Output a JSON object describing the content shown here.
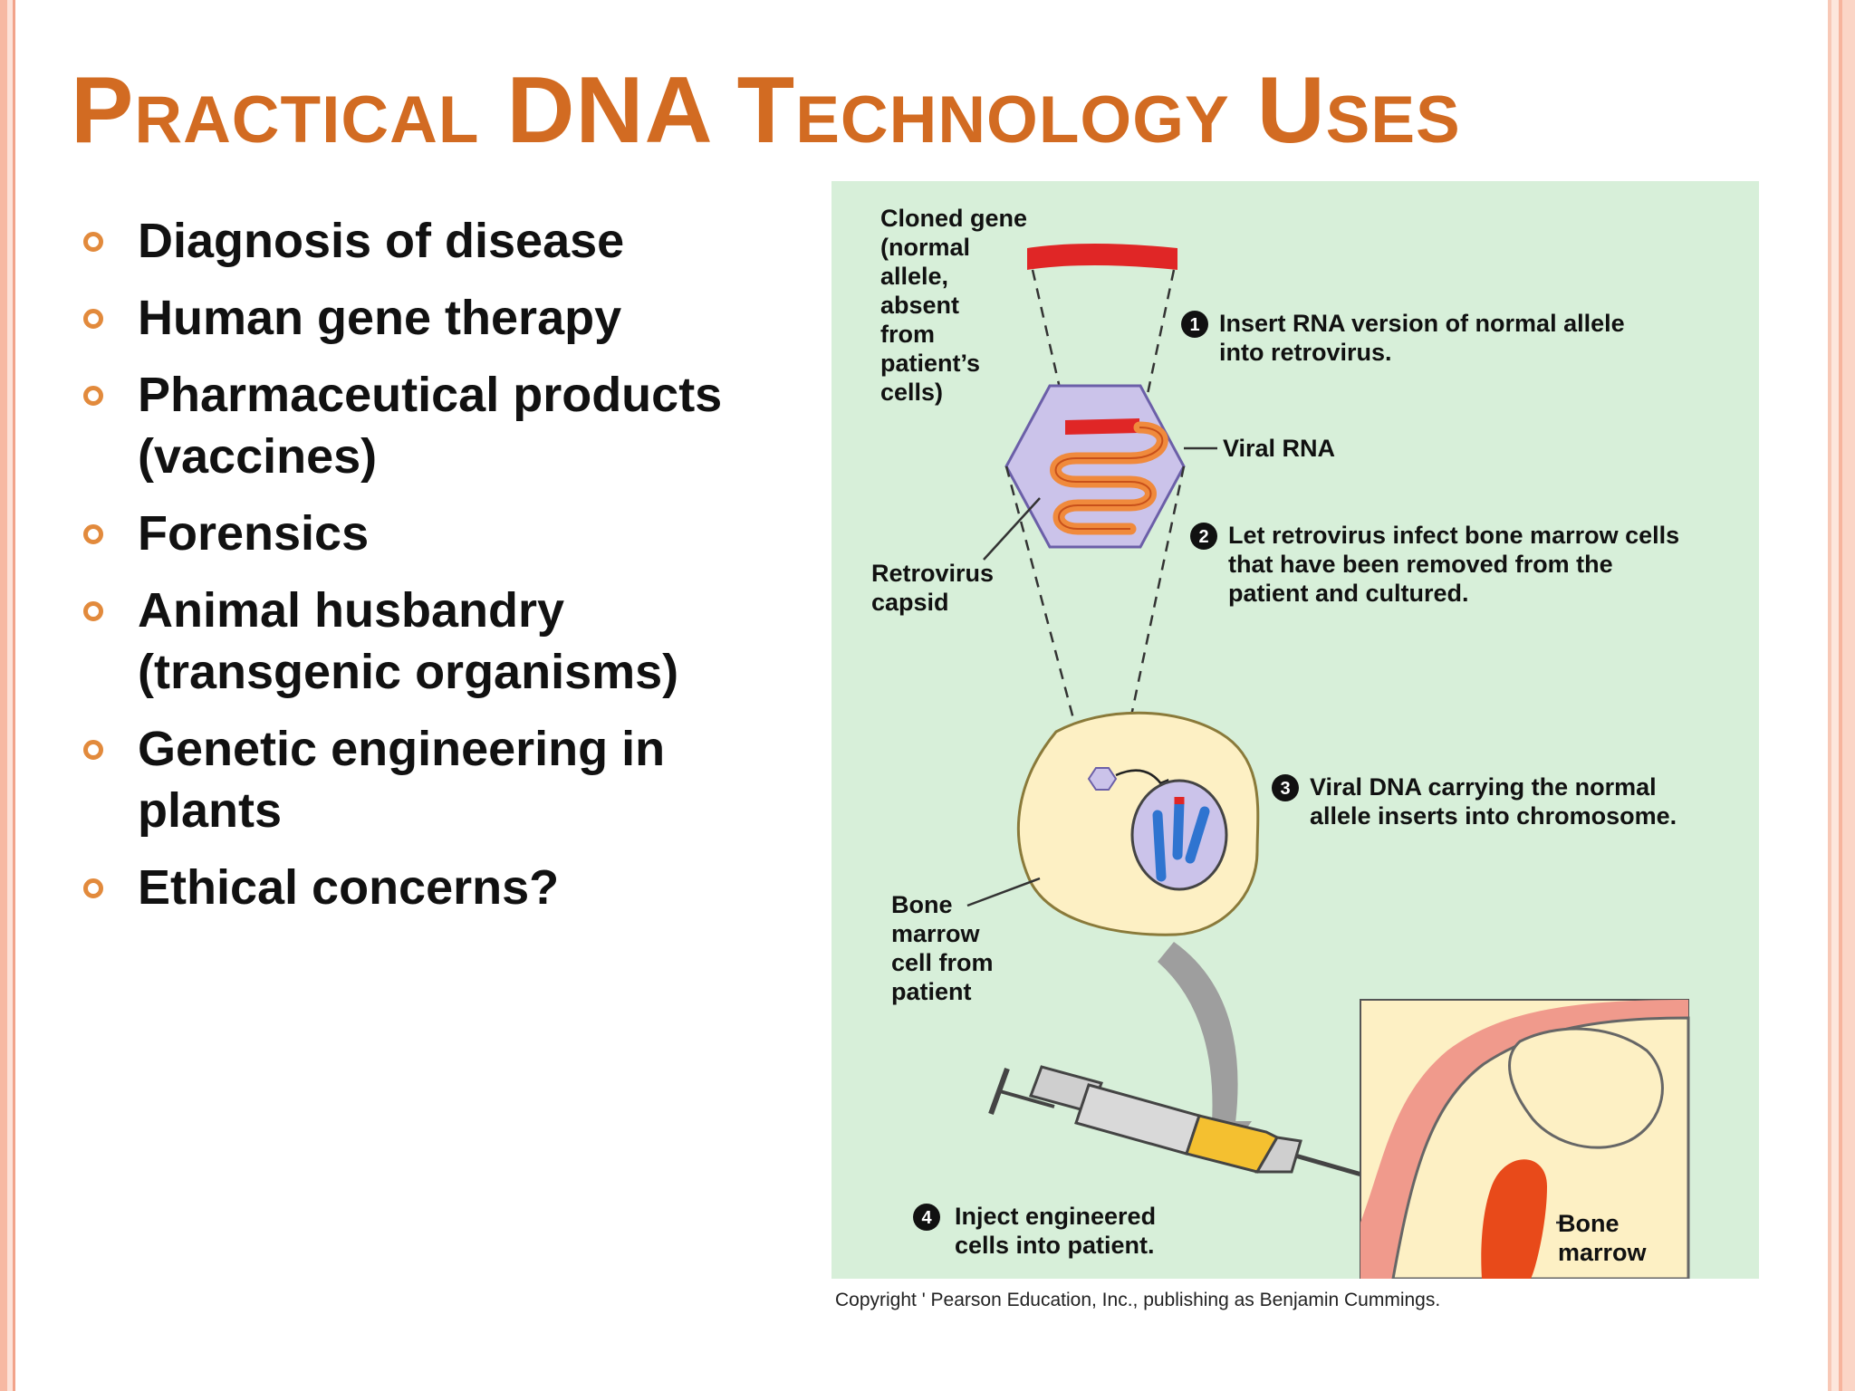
{
  "slide": {
    "title": "Practical DNA Technology Uses",
    "bullets": [
      [
        "Diagnosis of disease"
      ],
      [
        "Human gene therapy"
      ],
      [
        "Pharmaceutical products",
        "(vaccines)"
      ],
      [
        "Forensics"
      ],
      [
        "Animal husbandry",
        "(transgenic organisms)"
      ],
      [
        "Genetic engineering in",
        "plants"
      ],
      [
        "Ethical concerns?"
      ]
    ]
  },
  "figure": {
    "cloned_gene": [
      "Cloned gene",
      "(normal",
      "allele,",
      "absent",
      "from",
      "patient’s",
      "cells)"
    ],
    "step1": {
      "num": "1",
      "lines": [
        "Insert RNA version of normal allele",
        "into retrovirus."
      ]
    },
    "viral_rna": "Viral RNA",
    "retrovirus_capsid": [
      "Retrovirus",
      "capsid"
    ],
    "step2": {
      "num": "2",
      "lines": [
        "Let retrovirus infect bone marrow cells",
        "that have been removed from the",
        "patient and cultured."
      ]
    },
    "step3": {
      "num": "3",
      "lines": [
        "Viral DNA carrying the normal",
        "allele inserts into chromosome."
      ]
    },
    "bone_marrow_cell": [
      "Bone",
      "marrow",
      "cell from",
      "patient"
    ],
    "step4": {
      "num": "4",
      "lines": [
        "Inject engineered",
        "cells into patient."
      ]
    },
    "bone_marrow": [
      "Bone",
      "marrow"
    ]
  },
  "copyright": "Copyright ' Pearson Education, Inc., publishing as Benjamin Cummings.",
  "colors": {
    "title": "#d26b22",
    "bullet_marker": "#e28a3c",
    "figure_background": "#d7efd9",
    "gene_red": "#e02626",
    "capsid_lavender": "#cbc3ea",
    "cell_yellow": "#fdf0c4",
    "chromosome_blue": "#2f74d0"
  }
}
